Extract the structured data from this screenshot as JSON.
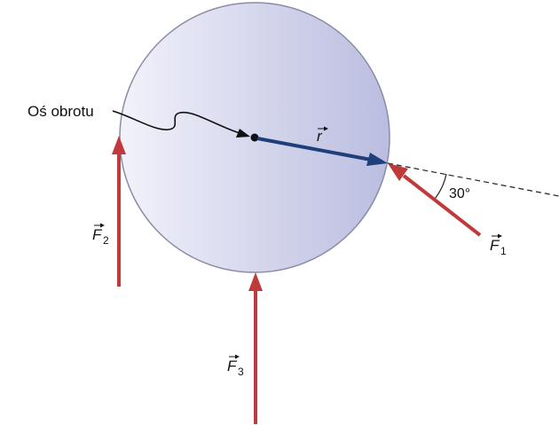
{
  "labels": {
    "axis": "Oś obrotu",
    "r": "r",
    "f1": "F",
    "f1_sub": "1",
    "f2": "F",
    "f2_sub": "2",
    "f3": "F",
    "f3_sub": "3",
    "angle": "30°"
  },
  "colors": {
    "force": "#c0393b",
    "radius": "#1f3f7a",
    "disk_edge": "#8a8ca6",
    "disk_light": "#f2f2fa",
    "disk_dark": "#babde0"
  }
}
